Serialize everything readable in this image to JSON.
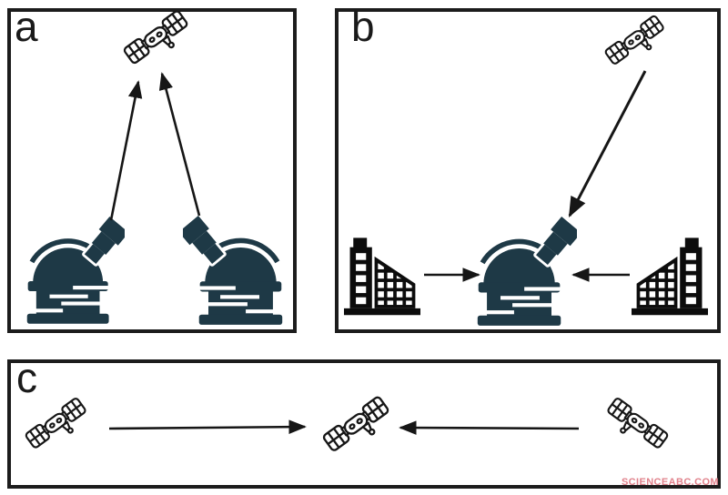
{
  "figure": {
    "kind": "three-panel satellite link diagram",
    "background": "#ffffff"
  },
  "panels": [
    {
      "label": "a",
      "items": [
        "satellite",
        "observatory-left",
        "observatory-right"
      ],
      "links": [
        {
          "from": "observatory-left",
          "to": "satellite"
        },
        {
          "from": "observatory-right",
          "to": "satellite"
        }
      ]
    },
    {
      "label": "b",
      "items": [
        "satellite",
        "building-left",
        "observatory",
        "building-right"
      ],
      "links": [
        {
          "from": "satellite",
          "to": "observatory"
        },
        {
          "from": "building-left",
          "to": "observatory"
        },
        {
          "from": "building-right",
          "to": "observatory"
        }
      ]
    },
    {
      "label": "c",
      "items": [
        "satellite-left",
        "satellite-center",
        "satellite-right"
      ],
      "links": [
        {
          "from": "satellite-left",
          "to": "satellite-center"
        },
        {
          "from": "satellite-right",
          "to": "satellite-center"
        }
      ]
    }
  ],
  "watermark": {
    "text": "SCIENCEABC.COM",
    "color": "#e0808a"
  },
  "colors": {
    "observatory": "#1e3946",
    "building": "#0c0c0c",
    "arrow": "#161616",
    "satellite_outline": "#161616",
    "panel_border": "#1c1c1c",
    "label": "#1a1a1a",
    "background": "#ffffff"
  }
}
